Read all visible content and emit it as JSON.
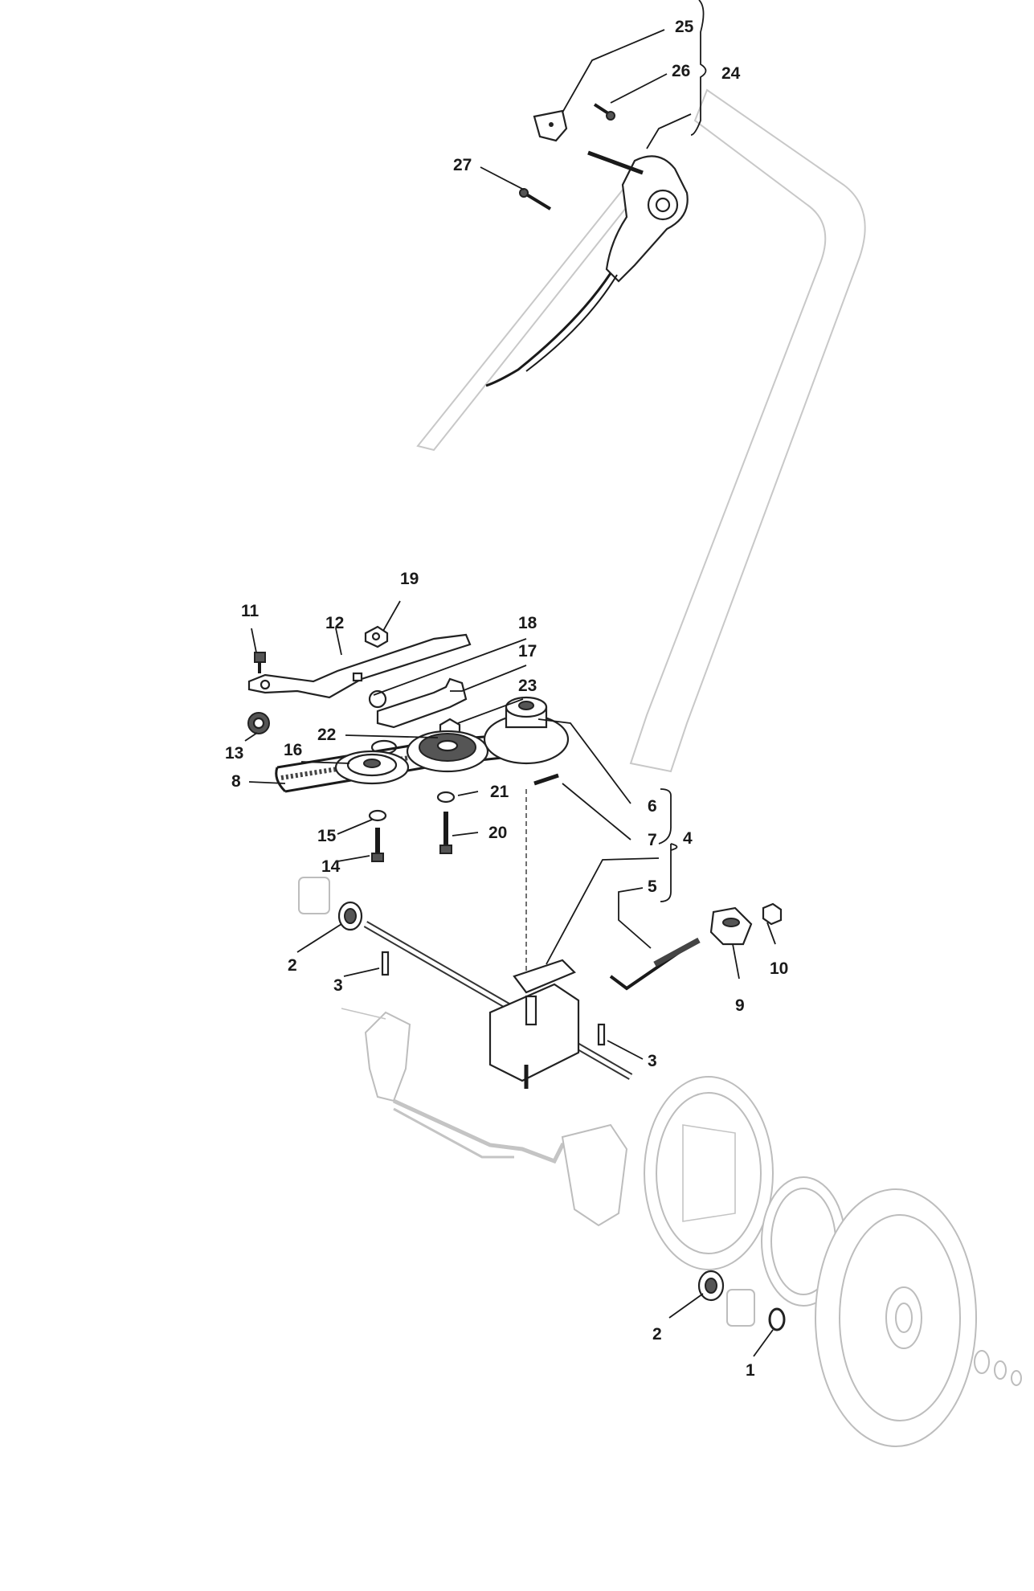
{
  "colors": {
    "ink": "#1a1a1a",
    "ghost": "#bdbdbd",
    "background": "#ffffff"
  },
  "callouts": {
    "c1": "1",
    "c2a": "2",
    "c2b": "2",
    "c3a": "3",
    "c3b": "3",
    "c4": "4",
    "c5": "5",
    "c6": "6",
    "c7": "7",
    "c8": "8",
    "c9": "9",
    "c10": "10",
    "c11": "11",
    "c12": "12",
    "c13": "13",
    "c14": "14",
    "c15": "15",
    "c16": "16",
    "c17": "17",
    "c18": "18",
    "c19": "19",
    "c20": "20",
    "c21": "21",
    "c22": "22",
    "c23": "23",
    "c24": "24",
    "c25": "25",
    "c26": "26",
    "c27": "27"
  }
}
